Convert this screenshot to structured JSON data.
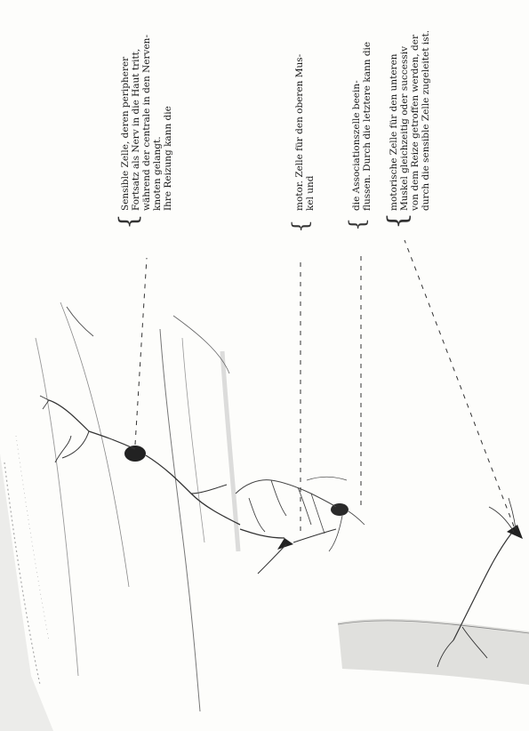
{
  "annotations": {
    "sensory": [
      "Sensible Zelle, deren peripherer",
      "Fortsatz als Nerv in die Haut tritt,",
      "während der centrale in den Nerven-",
      "knoten gelangt.",
      "Ihre Reizung kann die"
    ],
    "motor_upper": [
      "motor. Zelle für den oberen Mus-",
      "kel und"
    ],
    "association": [
      "die Associationszelle beein-",
      "flussen. Durch die letztere kann die"
    ],
    "motor_lower": [
      "motorische Zelle für den unteren",
      "Muskel gleichzeitig oder successiv",
      "von dem Reize getroffen werden, der",
      "durch die sensible Zelle zugeleitet ist."
    ]
  }
}
